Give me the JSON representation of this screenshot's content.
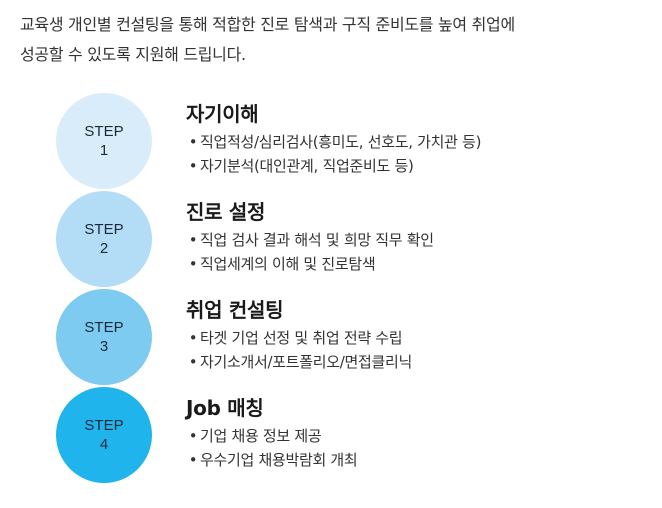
{
  "intro": {
    "line1": "교육생 개인별 컨설팅을 통해 적합한 진로 탐색과 구직 준비도를 높여 취업에",
    "line2": "성공할 수 있도록 지원해 드립니다."
  },
  "colors": {
    "step1": "#d9ecfa",
    "step2": "#b3dcf6",
    "step3": "#7ecbf1",
    "step4": "#1fb5ec"
  },
  "bullet": "•",
  "steps": [
    {
      "label": "STEP",
      "number": "1",
      "title": "자기이해",
      "items": [
        "직업적성/심리검사(흥미도, 선호도, 가치관 등)",
        "자기분석(대인관계, 직업준비도 등)"
      ]
    },
    {
      "label": "STEP",
      "number": "2",
      "title": "진로 설정",
      "items": [
        "직업 검사 결과 해석 및 희망 직무 확인",
        "직업세계의 이해 및 진로탐색"
      ]
    },
    {
      "label": "STEP",
      "number": "3",
      "title": "취업 컨설팅",
      "items": [
        "타겟 기업 선정 및 취업 전략 수립",
        "자기소개서/포트폴리오/면접클리닉"
      ]
    },
    {
      "label": "STEP",
      "number": "4",
      "title": "Job 매칭",
      "items": [
        "기업 채용 정보 제공",
        "우수기업 채용박람회 개최"
      ]
    }
  ]
}
